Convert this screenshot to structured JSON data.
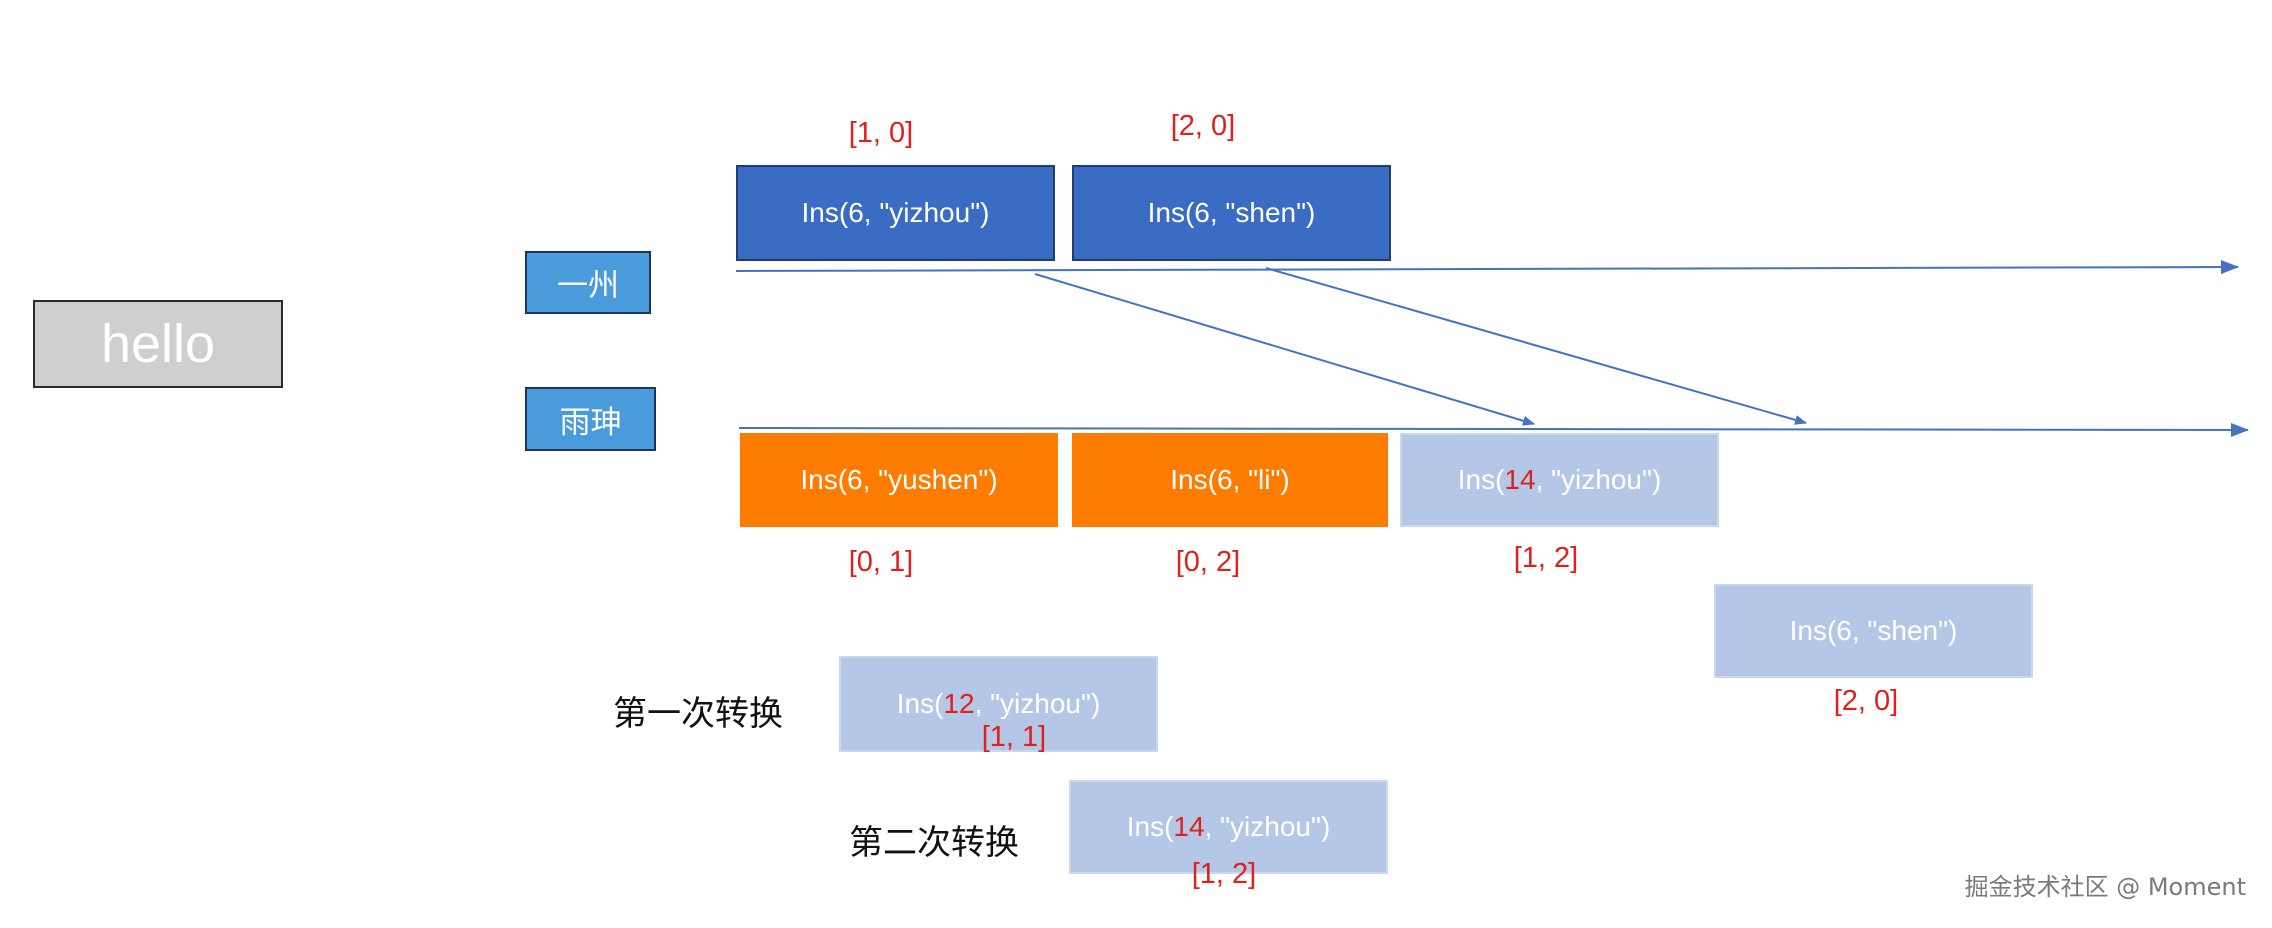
{
  "colors": {
    "timeline": "#4472c4",
    "client_label": "#4a9bdc",
    "op_sent": "#3b6cc4",
    "op_local": "#ff7c03",
    "op_transformed": "#b4c7e7",
    "version_text": "#e0201b",
    "initial_doc": "#cfcfcf"
  },
  "initial_doc": {
    "text": "hello"
  },
  "client_a": {
    "name": "一州",
    "ops": [
      {
        "text": "Ins(6, \"yizhou\")",
        "version": "[1, 0]"
      },
      {
        "text": "Ins(6, \"shen\")",
        "version": "[2, 0]"
      }
    ]
  },
  "client_b": {
    "name": "雨珅",
    "ops": [
      {
        "text": "Ins(6, \"yushen\")",
        "version": "[0, 1]"
      },
      {
        "text": "Ins(6, \"li\")",
        "version": "[0, 2]"
      }
    ],
    "received": [
      {
        "prefix": "Ins(",
        "highlight": "14",
        "suffix": ", \"yizhou\")",
        "version": "[1, 2]"
      },
      {
        "text": "Ins(6, \"shen\")",
        "version": "[2, 0]"
      }
    ]
  },
  "transforms": [
    {
      "label": "第一次转换",
      "prefix": "Ins(",
      "highlight": "12",
      "suffix": ", \"yizhou\")",
      "version": "[1, 1]"
    },
    {
      "label": "第二次转换",
      "prefix": "Ins(",
      "highlight": "14",
      "suffix": ", \"yizhou\")",
      "version": "[1, 2]"
    }
  ],
  "watermark": "掘金技术社区 @ Moment"
}
